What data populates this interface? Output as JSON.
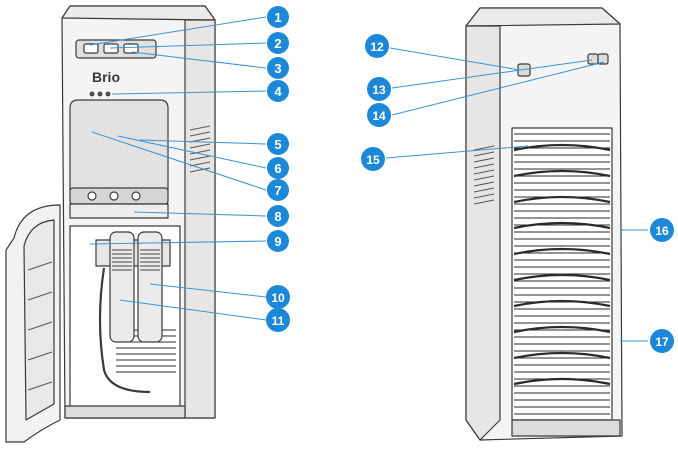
{
  "brand_logo": "Brio",
  "colors": {
    "callout": "#1e88d8",
    "callout_line": "#3b93d6",
    "outline": "#3a3a3a",
    "body_fill": "#f4f4f4",
    "panel_fill": "#e6e6e6",
    "filter_fill": "#ebebeb",
    "coil": "#2b2b2b"
  },
  "callouts": {
    "front_unit": [
      "1",
      "2",
      "3",
      "4",
      "5",
      "6",
      "7",
      "8",
      "9",
      "10",
      "11"
    ],
    "rear_unit": [
      "12",
      "13",
      "14",
      "15",
      "16",
      "17"
    ]
  }
}
